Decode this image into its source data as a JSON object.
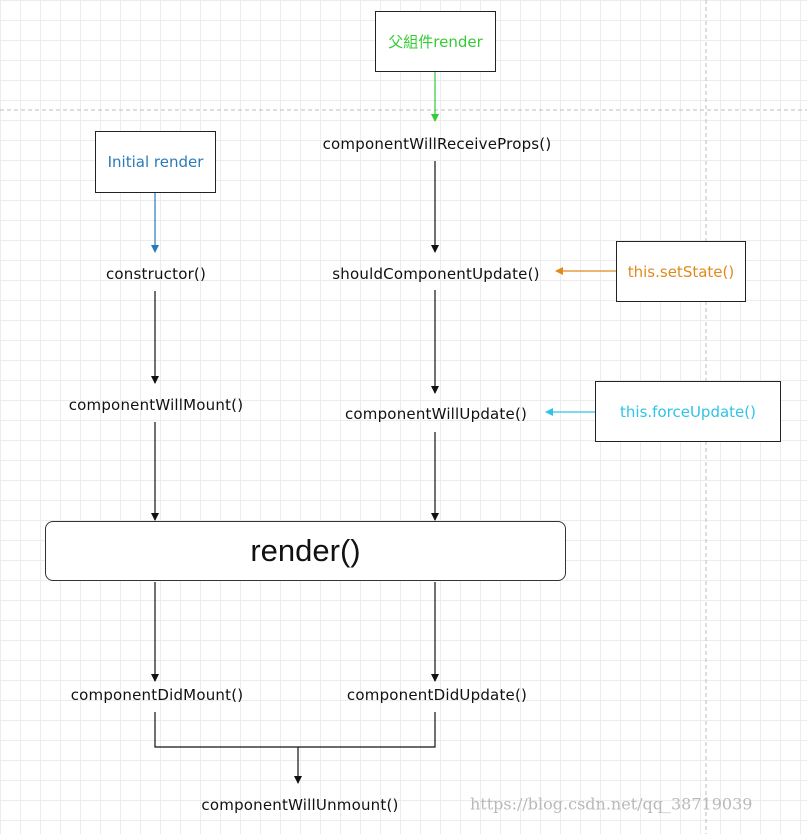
{
  "sources": {
    "parent_render": "父組件render",
    "initial_render": "Initial render",
    "set_state": "this.setState()",
    "force_update": "this.forceUpdate()"
  },
  "methods": {
    "constructor": "constructor()",
    "will_mount": "componentWillMount()",
    "will_receive_props": "componentWillReceiveProps()",
    "should_update": "shouldComponentUpdate()",
    "will_update": "componentWillUpdate()",
    "render": "render()",
    "did_mount": "componentDidMount()",
    "did_update": "componentDidUpdate()",
    "will_unmount": "componentWillUnmount()"
  },
  "watermark": "https://blog.csdn.net/qq_38719039",
  "colors": {
    "parent_render": "#33cc33",
    "initial_render": "#2a7ab8",
    "set_state": "#e08a1e",
    "force_update": "#2ec4e6",
    "default": "#111111"
  }
}
